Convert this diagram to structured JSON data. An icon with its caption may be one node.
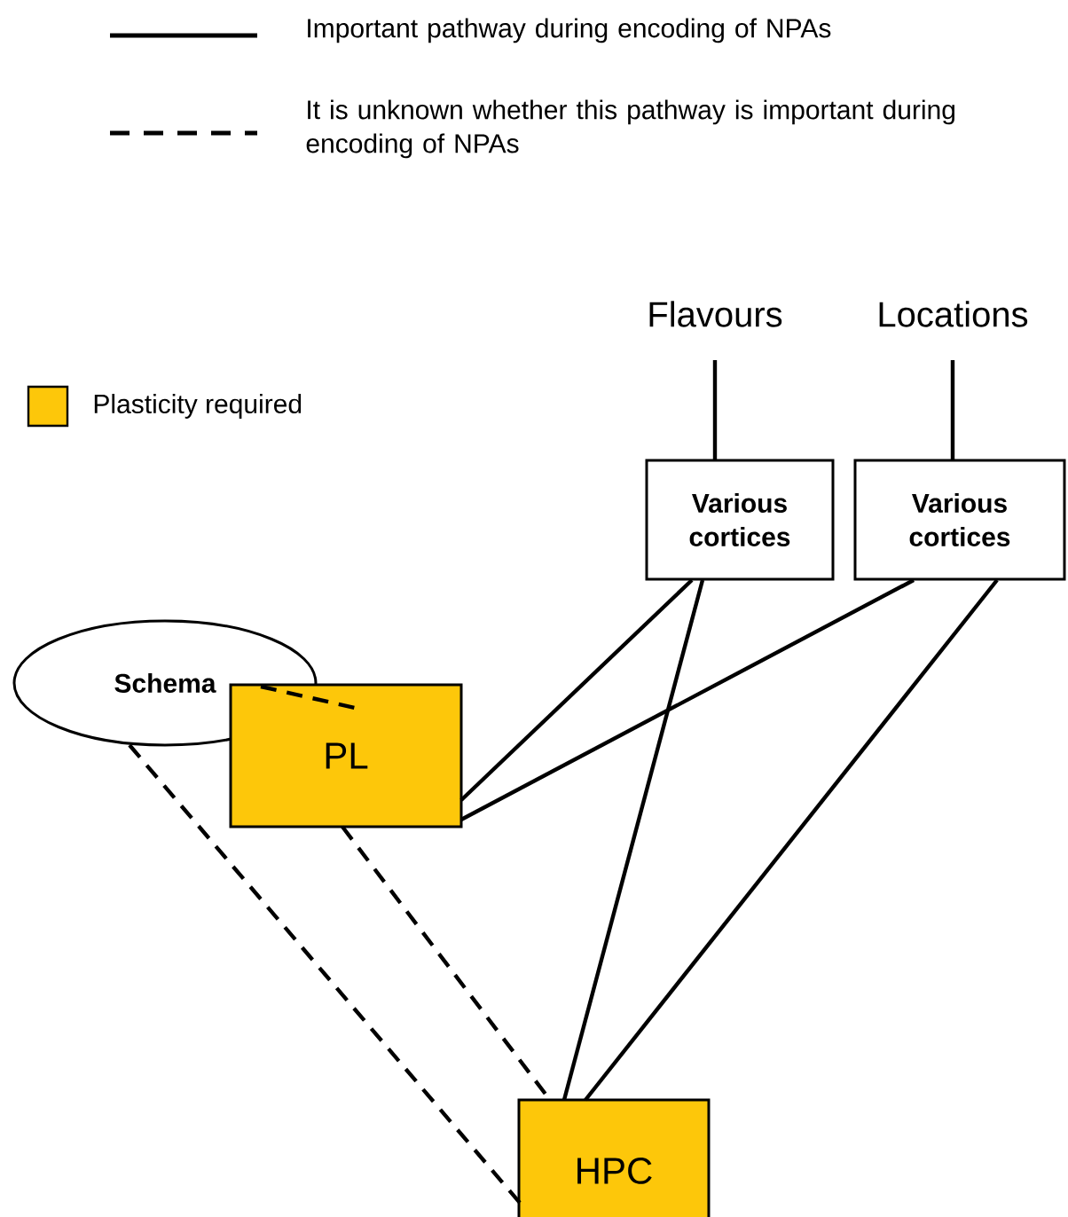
{
  "diagram": {
    "nodes": [
      {
        "text": [
          "Flavours"
        ]
      },
      {
        "text": [
          "Locations"
        ]
      },
      {
        "text": [
          "Various cortices"
        ]
      },
      {
        "text": [
          "Various cortices"
        ]
      },
      {
        "text": [
          "Schema"
        ]
      },
      {
        "text": [
          "PL"
        ]
      },
      {
        "text": [
          "HPC"
        ]
      }
    ],
    "edges": [
      {
        "from": 0,
        "to": 2,
        "arrow": "none"
      },
      {
        "from": 1,
        "to": 3,
        "arrow": "none"
      },
      {
        "from": 2,
        "to": 5,
        "arrow": "none"
      },
      {
        "from": 3,
        "to": 5,
        "arrow": "none"
      },
      {
        "from": 2,
        "to": 6,
        "arrow": "none"
      },
      {
        "from": 3,
        "to": 6,
        "arrow": "none"
      },
      {
        "from": 4,
        "to": 5,
        "arrow": "none",
        "style": "dashed"
      },
      {
        "from": 4,
        "to": 6,
        "arrow": "none",
        "style": "dashed"
      },
      {
        "from": 5,
        "to": 6,
        "arrow": "none",
        "style": "dashed"
      }
    ],
    "legend": [
      {
        "text": "Important pathway during encoding of NPAs"
      },
      {
        "text": "It is unknown whether this pathway is important during encoding of NPAs"
      },
      {
        "text": "Plasticity required",
        "color": "#fdc70a"
      }
    ]
  }
}
